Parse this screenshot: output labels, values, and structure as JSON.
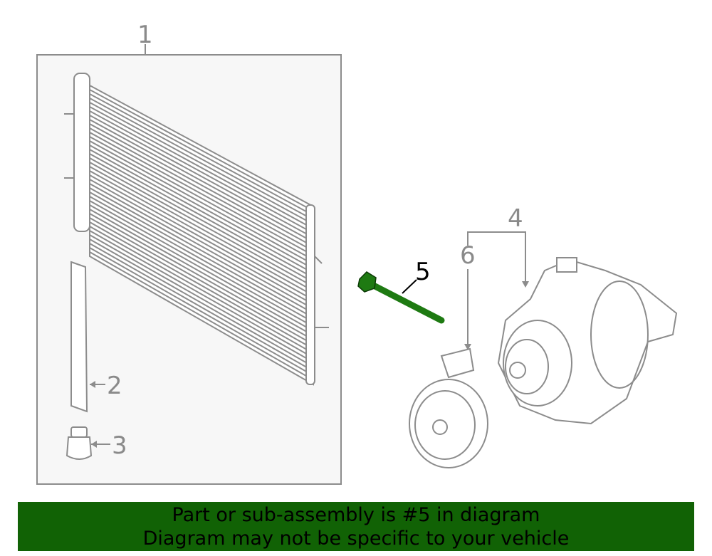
{
  "diagram": {
    "callouts": [
      "1",
      "2",
      "3",
      "4",
      "5",
      "6"
    ],
    "highlight_color": "#1e7a12"
  },
  "banner": {
    "line1": "Part or sub-assembly is #5 in diagram",
    "line2": "Diagram may not be specific to your vehicle",
    "color": "#116205"
  }
}
